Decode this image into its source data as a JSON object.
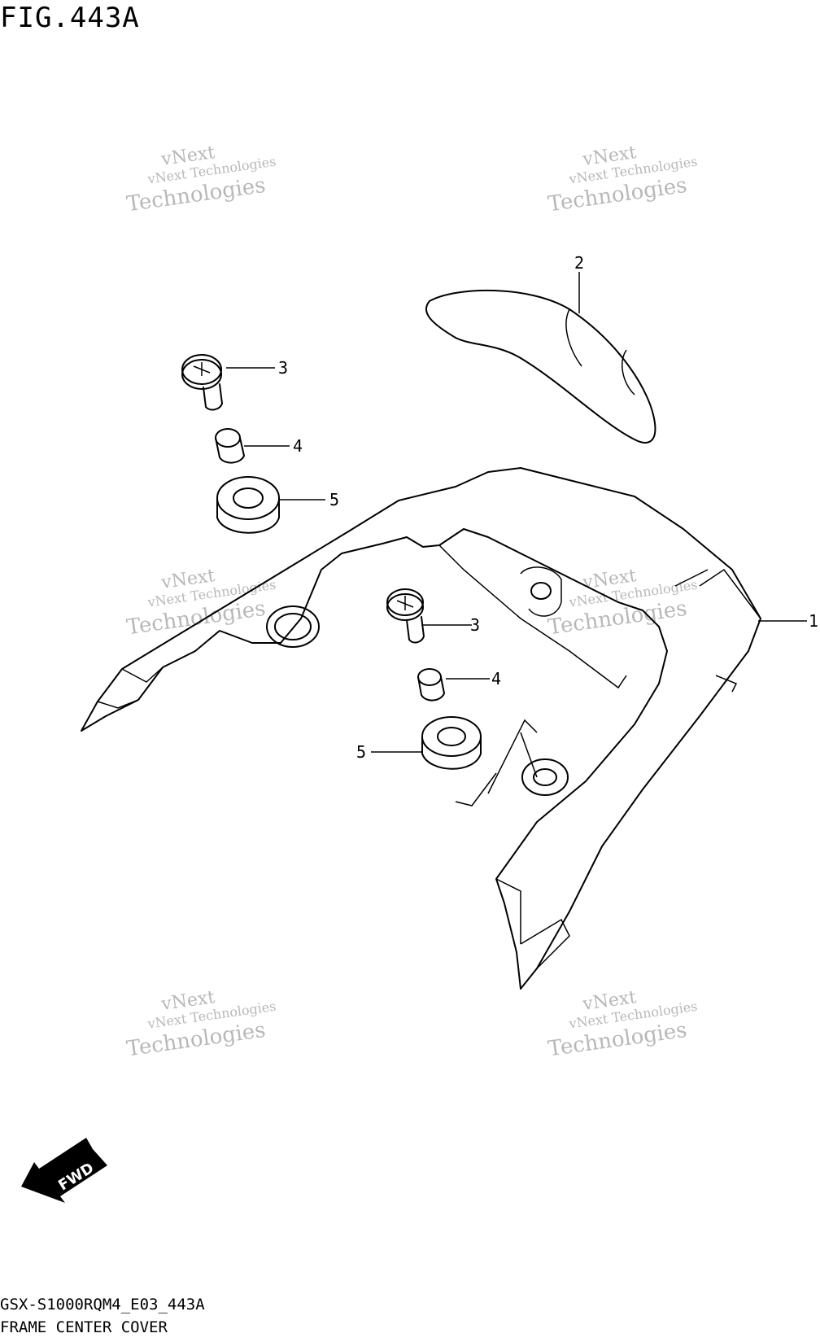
{
  "figure": {
    "title": "FIG.443A"
  },
  "footer": {
    "model_code": "GSX-S1000RQM4_E03_443A",
    "caption": "FRAME CENTER COVER"
  },
  "callouts": {
    "c1": "1",
    "c2": "2",
    "c3a": "3",
    "c4a": "4",
    "c5a": "5",
    "c3b": "3",
    "c4b": "4",
    "c5b": "5"
  },
  "watermark": {
    "line1": "vNext Technologies",
    "line2": "vNext",
    "line3": "Technologies"
  },
  "fwd_badge": {
    "label": "FWD",
    "icon": "fwd-arrow-icon"
  }
}
